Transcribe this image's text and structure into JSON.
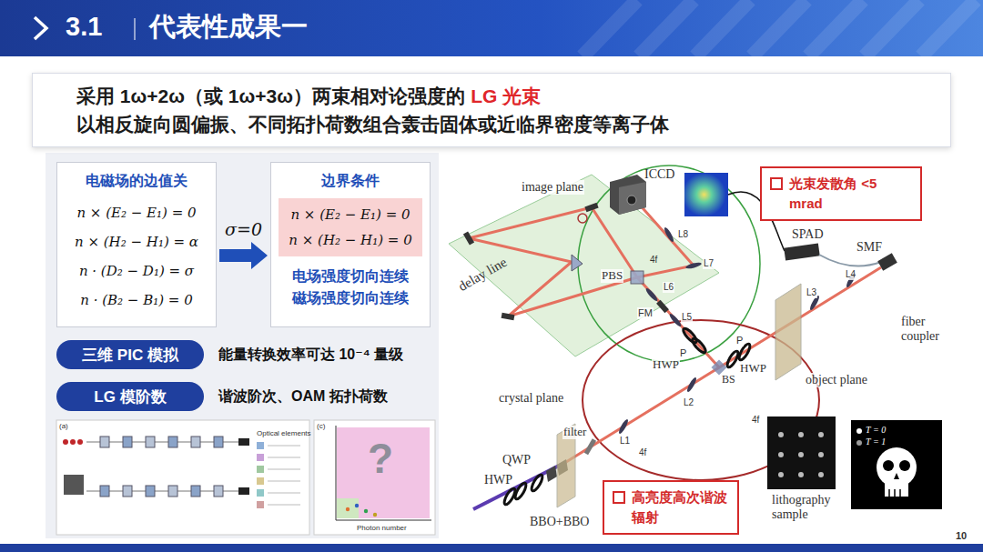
{
  "diagram": {
    "title": "代表性成果一",
    "nodes": [
      {
        "text": [
          "采用 1ω+2ω（或 1ω+3ω）两束相对论强度的",
          "LG 光束",
          "以相反旋向圆偏振、不同拓扑荷数组合轰击固体或近临界密度等离子体"
        ]
      },
      {
        "text": [
          "电磁场的边值关",
          "n × (E₂ − E₁) = 0",
          "n × (H₂ − H₁) = α",
          "n · (D₂ − D₁) = σ",
          "n · (B₂ − B₁) = 0"
        ]
      },
      {
        "text": [
          "边界条件",
          "n × (E₂ − E₁) = 0",
          "n × (H₂ − H₁) = 0",
          "电场强度切向连续",
          "磁场强度切向连续"
        ]
      },
      {
        "text": [
          "三维 PIC 模拟"
        ]
      },
      {
        "text": [
          "LG 模阶数"
        ]
      },
      {
        "text": [
          "光束发散角 <5 mrad"
        ]
      },
      {
        "text": [
          "高亮度高次谐波辐射"
        ]
      }
    ],
    "edges": [
      {
        "from": 1,
        "to": 2,
        "arrow": "to",
        "label": "σ=0"
      }
    ],
    "labels": [
      "3.1",
      "?",
      "能量转换效率可达 10⁻⁴ 量级",
      "谐波阶次、OAM 拓扑荷数",
      "(a)",
      "(c)",
      "Optical elements",
      "Photon number",
      "ICCD",
      "image plane",
      "L8",
      "L7",
      "delay line",
      "PBS",
      "L6",
      "FM",
      "L5",
      "P",
      "P",
      "HWP",
      "HWP",
      "BS",
      "L2",
      "L3",
      "L4",
      "SPAD",
      "SMF",
      "fiber coupler",
      "object plane",
      "crystal plane",
      "filter",
      "L1",
      "QWP",
      "HWP",
      "BBO+BBO",
      "lithography sample",
      "4f",
      "4f",
      "4f",
      "10"
    ],
    "legend": [
      {
        "text": "T = 0"
      },
      {
        "text": "T = 1"
      }
    ]
  }
}
